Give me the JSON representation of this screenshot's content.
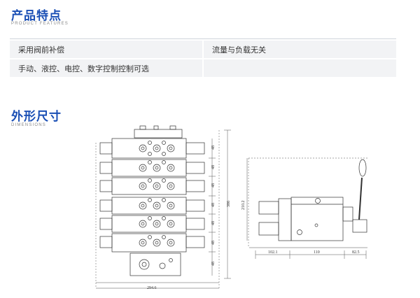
{
  "features": {
    "title": "产品特点",
    "subtitle": "PRODUCT FEATURES",
    "rows": [
      [
        "采用阀前补偿",
        "流量与负载无关"
      ],
      [
        "手动、液控、电控、数字控制控制可选",
        ""
      ]
    ]
  },
  "dimensions": {
    "title": "外形尺寸",
    "subtitle": "DIMENSIONS",
    "labels": {
      "section_48": "48",
      "height_total": "386",
      "height_side": "210.2",
      "width_front": "294.6",
      "width_side_1": "102.1",
      "width_side_2": "110",
      "width_side_3": "82.5"
    }
  },
  "colors": {
    "accent": "#1a4fb5"
  }
}
